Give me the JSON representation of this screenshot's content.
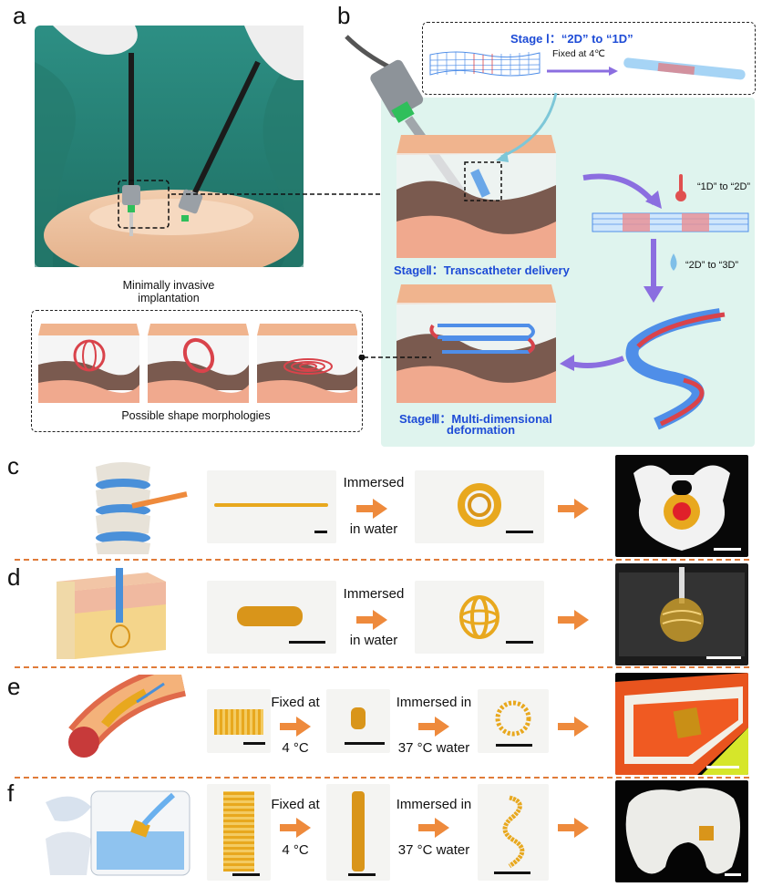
{
  "panels": {
    "a": {
      "letter": "a",
      "caption": "Minimally invasive implantation"
    },
    "b": {
      "letter": "b",
      "stage1": "Stage Ⅰ：“2D” to “1D”",
      "stage1_fixed": "Fixed at 4℃",
      "stage2": "StageⅡ：Transcatheter delivery",
      "stage3_line1": "StageⅢ：Multi-dimensional",
      "stage3_line2": "deformation",
      "label_1d_2d": "“1D” to “2D”",
      "label_2d_3d": "“2D” to “3D”"
    },
    "shapes": {
      "caption": "Possible shape morphologies"
    },
    "c": {
      "letter": "c",
      "arrow_line1": "Immersed",
      "arrow_line2": "in water"
    },
    "d": {
      "letter": "d",
      "arrow_line1": "Immersed",
      "arrow_line2": "in water"
    },
    "e": {
      "letter": "e",
      "arrow1_line1": "Fixed at",
      "arrow1_line2": "4 °C",
      "arrow2_line1": "Immersed in",
      "arrow2_line2": "37 °C water"
    },
    "f": {
      "letter": "f",
      "arrow1_line1": "Fixed at",
      "arrow1_line2": "4 °C",
      "arrow2_line1": "Immersed in",
      "arrow2_line2": "37 °C water"
    }
  },
  "colors": {
    "stage_text": "#1d4bd6",
    "accent_orange": "#ee8a3c",
    "scaffold_yellow": "#e8a81e",
    "mesh_blue": "#4f8ee8",
    "mesh_red": "#d9434b",
    "purple_arrow": "#8b6ee0",
    "bg_mint": "#dff4ee"
  }
}
